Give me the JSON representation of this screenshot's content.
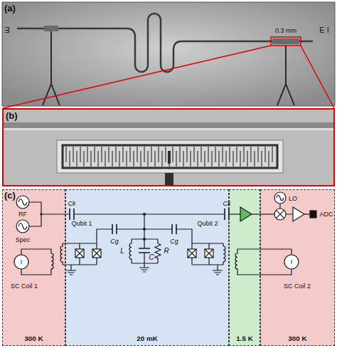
{
  "diagram": {
    "nodes": [
      {
        "text": [
          "(a)"
        ]
      },
      {
        "text": [
          "(b)"
        ]
      },
      {
        "text": [
          "(c)"
        ]
      },
      {
        "text": [
          "300 K"
        ],
        "in": 2
      },
      {
        "text": [
          "20 mK"
        ],
        "in": 2
      },
      {
        "text": [
          "1.5 K"
        ],
        "in": 2
      },
      {
        "text": [
          "300 K"
        ],
        "in": 2
      }
    ],
    "labels": [
      "Ǝ",
      "E I",
      "0.3 mm",
      "RF",
      "Spec",
      "I",
      "SC Coil 1",
      "Ck",
      "Qubit 1",
      "Cg",
      "L",
      "C",
      "R",
      "Cg",
      "Qubit 2",
      "Ck",
      "I",
      "SC Coil 2",
      "LO",
      "ADC"
    ]
  }
}
